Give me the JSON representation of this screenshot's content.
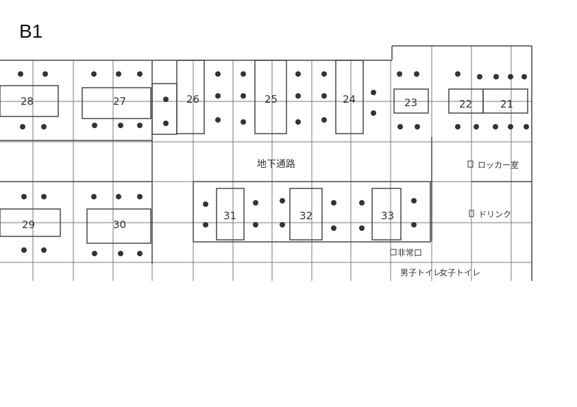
{
  "floor_label": "B1",
  "booths": {
    "b21": "21",
    "b22": "22",
    "b23": "23",
    "b24": "24",
    "b25": "25",
    "b26": "26",
    "b27": "27",
    "b28": "28",
    "b29": "29",
    "b30": "30",
    "b31": "31",
    "b32": "32",
    "b33": "33"
  },
  "areas": {
    "underground_passage": "地下通路",
    "locker_room": "ロッカー室",
    "drink": "ドリンク",
    "emergency_exit": "非常口",
    "mens_toilet": "男子トイレ",
    "womens_toilet": "女子トイレ"
  }
}
